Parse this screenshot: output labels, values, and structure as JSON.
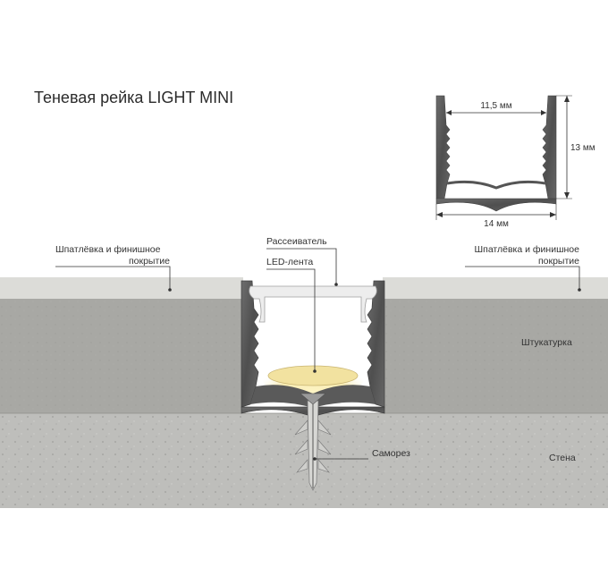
{
  "title": "Теневая рейка LIGHT MINI",
  "dimensions": {
    "inner_width": "11,5 мм",
    "height": "13 мм",
    "outer_width": "14 мм"
  },
  "labels": {
    "left_finish_line1": "Шпатлёвка и финишное",
    "left_finish_line2": "покрытие",
    "right_finish_line1": "Шпатлёвка и финишное",
    "right_finish_line2": "покрытие",
    "diffuser": "Рассеиватель",
    "led_strip": "LED-лента",
    "plaster": "Штукатурка",
    "screw": "Саморез",
    "wall": "Стена"
  },
  "colors": {
    "finish_layer": "#dcdcd8",
    "plaster": "#a7a7a3",
    "wall": "#bdbdb9",
    "profile": "#5d5d5d",
    "led_glow": "#f5e7a8"
  }
}
